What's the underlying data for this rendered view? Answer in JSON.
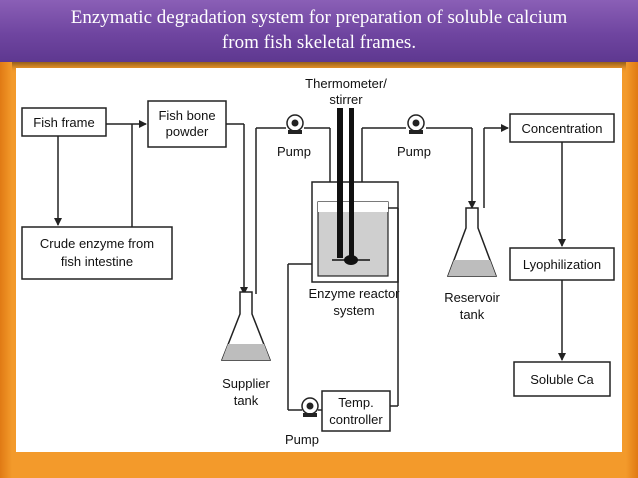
{
  "slide": {
    "title_line1": "Enzymatic degradation system for preparation of soluble calcium",
    "title_line2": "from fish skeletal frames."
  },
  "diagram": {
    "fish_frame": "Fish frame",
    "fish_bone_powder_1": "Fish bone",
    "fish_bone_powder_2": "powder",
    "crude_enzyme_1": "Crude enzyme from",
    "crude_enzyme_2": "fish intestine",
    "thermometer_1": "Thermometer/",
    "thermometer_2": "stirrer",
    "pump_left": "Pump",
    "pump_right": "Pump",
    "pump_bottom": "Pump",
    "enzyme_reactor_1": "Enzyme reactor",
    "enzyme_reactor_2": "system",
    "supplier_tank_1": "Supplier",
    "supplier_tank_2": "tank",
    "reservoir_tank_1": "Reservoir",
    "reservoir_tank_2": "tank",
    "temp_controller_1": "Temp.",
    "temp_controller_2": "controller",
    "concentration": "Concentration",
    "lyophilization": "Lyophilization",
    "soluble_ca": "Soluble Ca"
  },
  "colors": {
    "title_bg": "#6f45a0",
    "frame": "#f39a2b"
  }
}
